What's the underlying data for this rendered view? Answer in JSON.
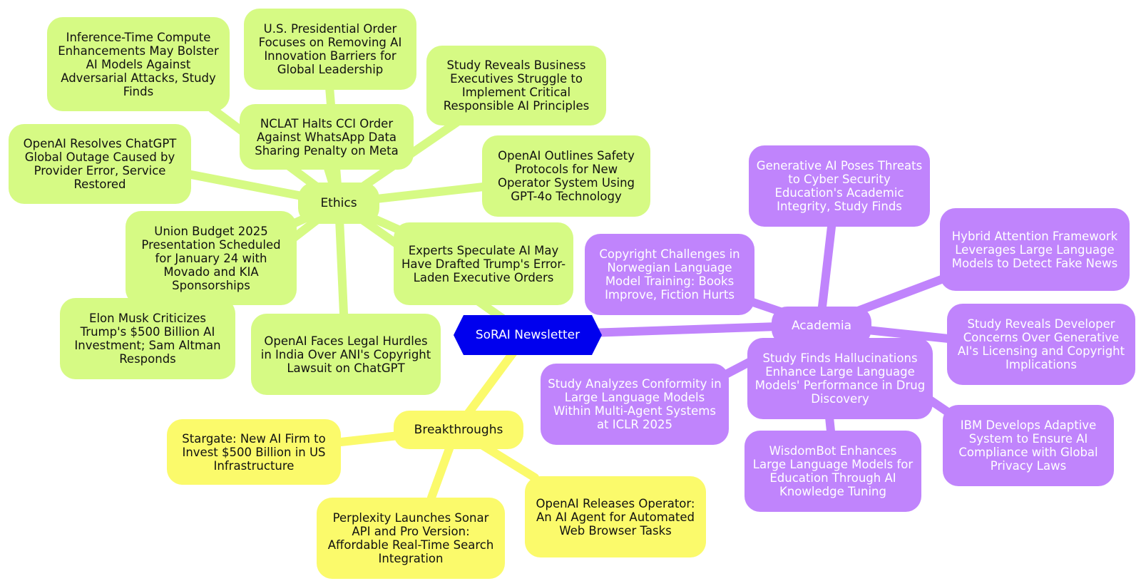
{
  "colors": {
    "root": "#0000ee",
    "ethics": "#d6fa84",
    "breakthroughs": "#fbfa6b",
    "academia": "#c084fc"
  },
  "root": {
    "label": "SoRAI Newsletter"
  },
  "branches": {
    "ethics": {
      "label": "Ethics",
      "items": [
        "Inference-Time Compute Enhancements May Bolster AI Models Against Adversarial Attacks, Study Finds",
        "U.S. Presidential Order Focuses on Removing AI Innovation Barriers for Global Leadership",
        "Study Reveals Business Executives Struggle to Implement Critical Responsible AI Principles",
        "NCLAT Halts CCI Order Against WhatsApp Data Sharing Penalty on Meta",
        "OpenAI Resolves ChatGPT Global Outage Caused by Provider Error, Service Restored",
        "OpenAI Outlines Safety Protocols for New Operator System Using GPT-4o Technology",
        "Union Budget 2025 Presentation Scheduled for January 24 with Movado and KIA Sponsorships",
        "Experts Speculate AI May Have Drafted Trump's Error-Laden Executive Orders",
        "Elon Musk Criticizes Trump's $500 Billion AI Investment; Sam Altman Responds",
        "OpenAI Faces Legal Hurdles in India Over ANI's Copyright Lawsuit on ChatGPT"
      ]
    },
    "breakthroughs": {
      "label": "Breakthroughs",
      "items": [
        "Stargate: New AI Firm to Invest $500 Billion in US Infrastructure",
        "Perplexity Launches Sonar API and Pro Version: Affordable Real-Time Search Integration",
        "OpenAI Releases Operator: An AI Agent for Automated Web Browser Tasks"
      ]
    },
    "academia": {
      "label": "Academia",
      "items": [
        "Generative AI Poses Threats to Cyber Security Education's Academic Integrity, Study Finds",
        "Hybrid Attention Framework Leverages Large Language Models to Detect Fake News",
        "Copyright Challenges in Norwegian Language Model Training: Books Improve, Fiction Hurts",
        "Study Reveals Developer Concerns Over Generative AI's Licensing and Copyright Implications",
        "Study Finds Hallucinations Enhance Large Language Models' Performance in Drug Discovery",
        "Study Analyzes Conformity in Large Language Models Within Multi-Agent Systems at ICLR 2025",
        "IBM Develops Adaptive System to Ensure AI Compliance with Global Privacy Laws",
        "WisdomBot Enhances Large Language Models for Education Through AI Knowledge Tuning"
      ]
    }
  }
}
